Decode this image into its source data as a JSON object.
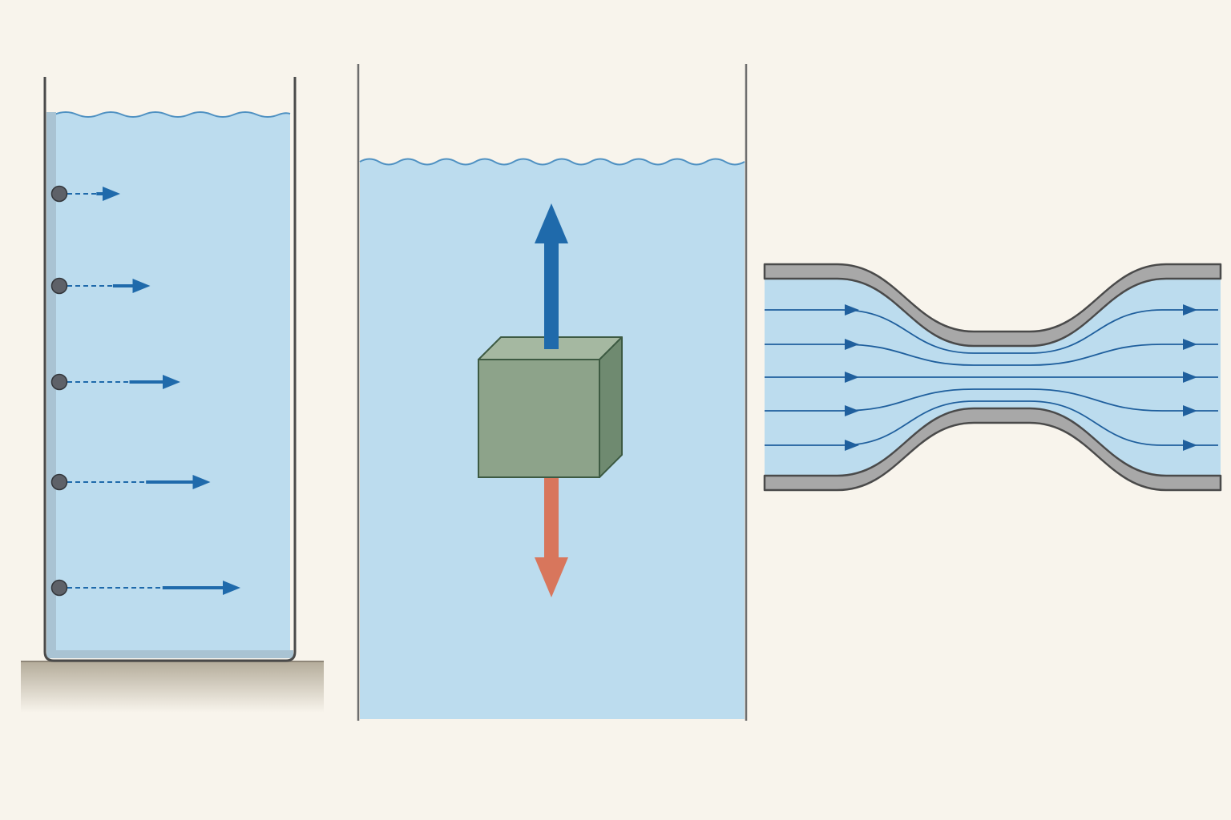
{
  "colors": {
    "background": "#f8f4ec",
    "water": "#bcdcee",
    "water_edge": "#4f91c2",
    "container_stroke": "#4a4a4a",
    "container_glass": "#a9c3d3",
    "ground": "#b9b1a0",
    "ground_top": "#8e8678",
    "orifice": "#5e6168",
    "arrow_blue": "#1f6aab",
    "arrow_red": "#d8765c",
    "cube_front": "#8da38a",
    "cube_top": "#a5b8a1",
    "cube_side": "#6f8a70",
    "cube_stroke": "#3d5a42",
    "pipe_wall": "#a8a8a8",
    "pipe_stroke": "#4a4a4a",
    "streamline": "#1f5f9d"
  },
  "panels": [
    {
      "id": "pressure-depth",
      "orifice_count": 5,
      "jet_lengths_relative": [
        0.3,
        0.45,
        0.6,
        0.75,
        0.9
      ]
    },
    {
      "id": "buoyancy",
      "forces": [
        {
          "direction": "up",
          "color_key": "arrow_blue",
          "relative_magnitude": 1.0
        },
        {
          "direction": "down",
          "color_key": "arrow_red",
          "relative_magnitude": 0.85
        }
      ]
    },
    {
      "id": "venturi",
      "streamline_count": 5,
      "flow_direction": "left-to-right"
    }
  ],
  "icons": [
    "orifice-icon",
    "arrow-up-icon",
    "arrow-down-icon",
    "arrow-right-icon",
    "cube-icon",
    "pipe-icon"
  ]
}
